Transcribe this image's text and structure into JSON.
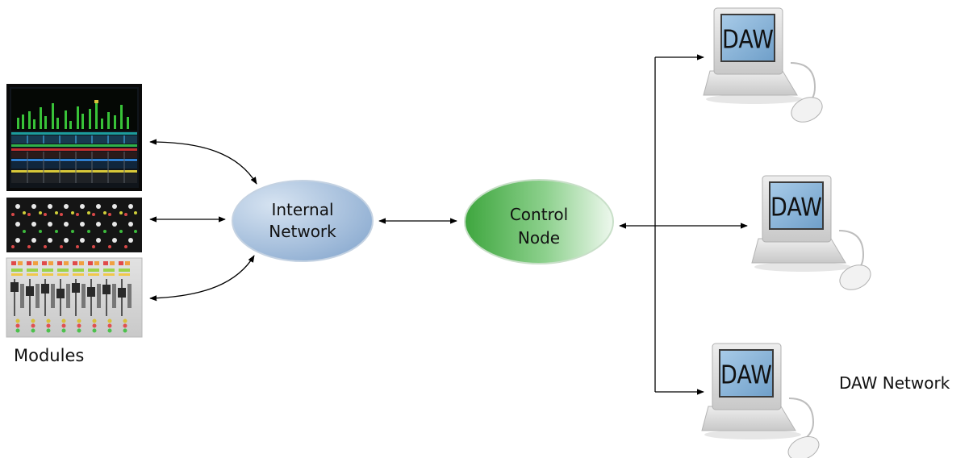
{
  "nodes": {
    "internal_network": {
      "line1": "Internal",
      "line2": "Network"
    },
    "control_node": {
      "line1": "Control",
      "line2": "Node"
    }
  },
  "modules": {
    "label": "Modules",
    "items": [
      {
        "name": "Meter bridge module"
      },
      {
        "name": "Knob panel module"
      },
      {
        "name": "Fader module"
      }
    ]
  },
  "daw": {
    "group_label": "DAW Network",
    "screen_label": "DAW",
    "workstations": [
      {
        "screen_label": "DAW"
      },
      {
        "screen_label": "DAW"
      },
      {
        "screen_label": "DAW"
      }
    ]
  },
  "colors": {
    "internal_network": "#a7c0dc",
    "control_node": "#5bb55b",
    "connector": "#000000"
  }
}
